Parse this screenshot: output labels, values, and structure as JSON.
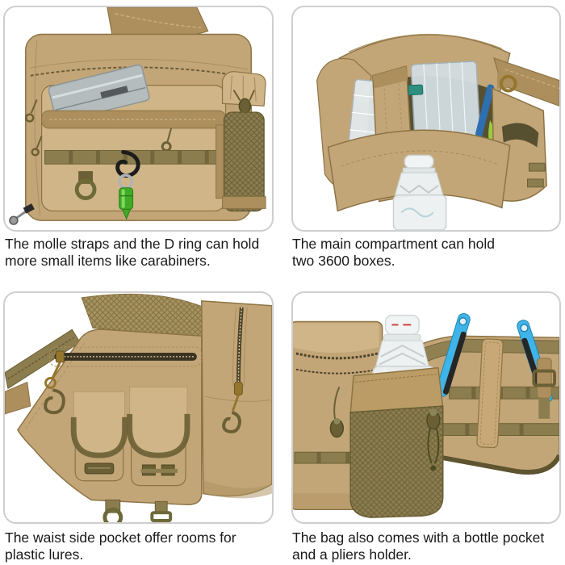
{
  "page": {
    "type": "product-image-collage",
    "grid": "2x2 photos with captions"
  },
  "colors": {
    "background": "#ffffff",
    "frame_border": "#cfcfcf",
    "caption_text": "#1a1a1a",
    "khaki": "#c3a678",
    "khaki_light": "#cfb587",
    "khaki_dark": "#ac8f5d",
    "khaki_shadow": "#8c7344",
    "olive": "#8c7d4f",
    "olive_dark": "#6b5f35",
    "brass": "#96762f",
    "carabiner_green": "#41ab27",
    "carabiner_black": "#1c1c1c",
    "ring_silver": "#aeb4b6",
    "box_clear": "#d3dde2",
    "latch_teal": "#2e8f7f",
    "bottle_white": "#f1f4f5",
    "pliers_blue": "#3fb4e8",
    "grip_black": "#262626",
    "lure_green": "#9ccc3c",
    "lure_blue": "#2e6fb0",
    "interior_dark": "#575030"
  },
  "panels": [
    {
      "id": "molle-straps",
      "subject": "khaki sling bag front with molle straps, D ring and green carabiner",
      "caption_lines": [
        "The molle straps and the D ring can hold",
        "more small items like carabiners."
      ]
    },
    {
      "id": "main-compartment",
      "subject": "open main compartment holding two clear 3600 tackle boxes",
      "caption_lines": [
        "The main compartment can hold",
        "two 3600 boxes."
      ]
    },
    {
      "id": "waist-side-pocket",
      "subject": "waist side wing with zippered pocket and two lure pouches",
      "caption_lines": [
        "The waist side pocket offer rooms for",
        "plastic lures."
      ]
    },
    {
      "id": "bottle-pocket-pliers",
      "subject": "mesh bottle pocket with water bottle and blue pliers in holder",
      "caption_lines": [
        "The bag also comes with a bottle pocket",
        "and a pliers holder."
      ]
    }
  ]
}
